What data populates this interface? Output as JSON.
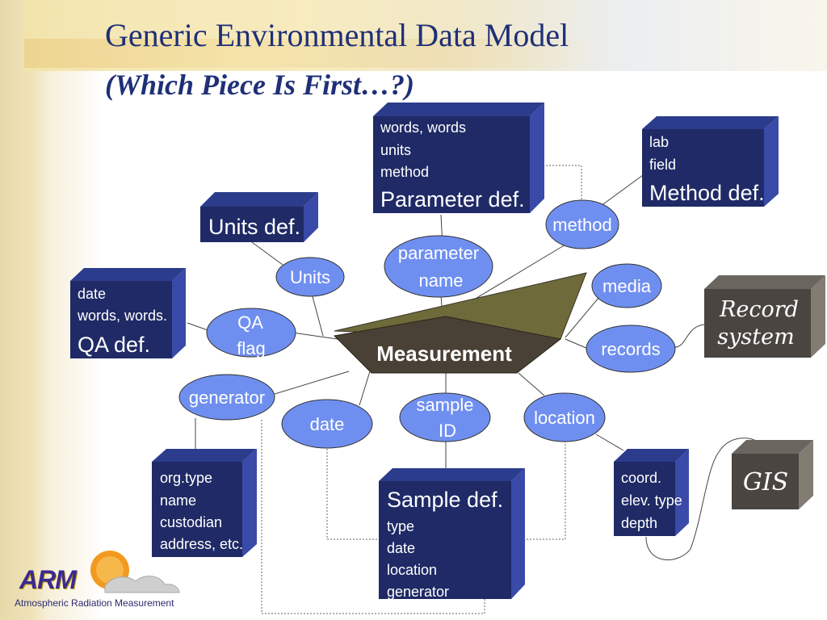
{
  "title": "Generic Environmental Data Model",
  "subtitle": "(Which Piece Is First…?)",
  "center": {
    "label": "Measurement"
  },
  "boxes": {
    "parameter": {
      "lines": [
        "words, words",
        "units",
        "method"
      ],
      "heading": "Parameter def."
    },
    "method": {
      "lines": [
        "lab",
        "field"
      ],
      "heading": "Method def."
    },
    "units": {
      "heading": "Units def."
    },
    "qa": {
      "lines": [
        "date",
        "words, words."
      ],
      "heading": "QA def."
    },
    "generator": {
      "lines": [
        "org.type",
        "name",
        "custodian",
        "address, etc."
      ]
    },
    "sample": {
      "heading": "Sample def.",
      "lines": [
        "type",
        "date",
        "location",
        "generator"
      ]
    },
    "location": {
      "lines": [
        "coord.",
        "elev. type",
        "depth"
      ]
    },
    "record_system": {
      "lines": [
        "Record",
        "system"
      ]
    },
    "gis": {
      "label": "GIS"
    }
  },
  "ellipses": {
    "method": "method",
    "parameter_name": [
      "parameter",
      "name"
    ],
    "units": "Units",
    "media": "media",
    "qa_flag": [
      "QA",
      "flag"
    ],
    "records": "records",
    "generator": "generator",
    "date": "date",
    "sample_id": [
      "sample",
      "ID"
    ],
    "location": "location"
  },
  "logo": {
    "text": "ARM",
    "caption": "Atmospheric Radiation Measurement"
  },
  "colors": {
    "title": "#1f2f78",
    "box_front": "#1f2a66",
    "box_top": "#2a3a8a",
    "box_side": "#3a4aa8",
    "ellipse_fill": "#6f8ff0",
    "gray_box": "#4a4540",
    "measurement": "#4a4136",
    "measurement_olive": "#6f6a3a"
  }
}
